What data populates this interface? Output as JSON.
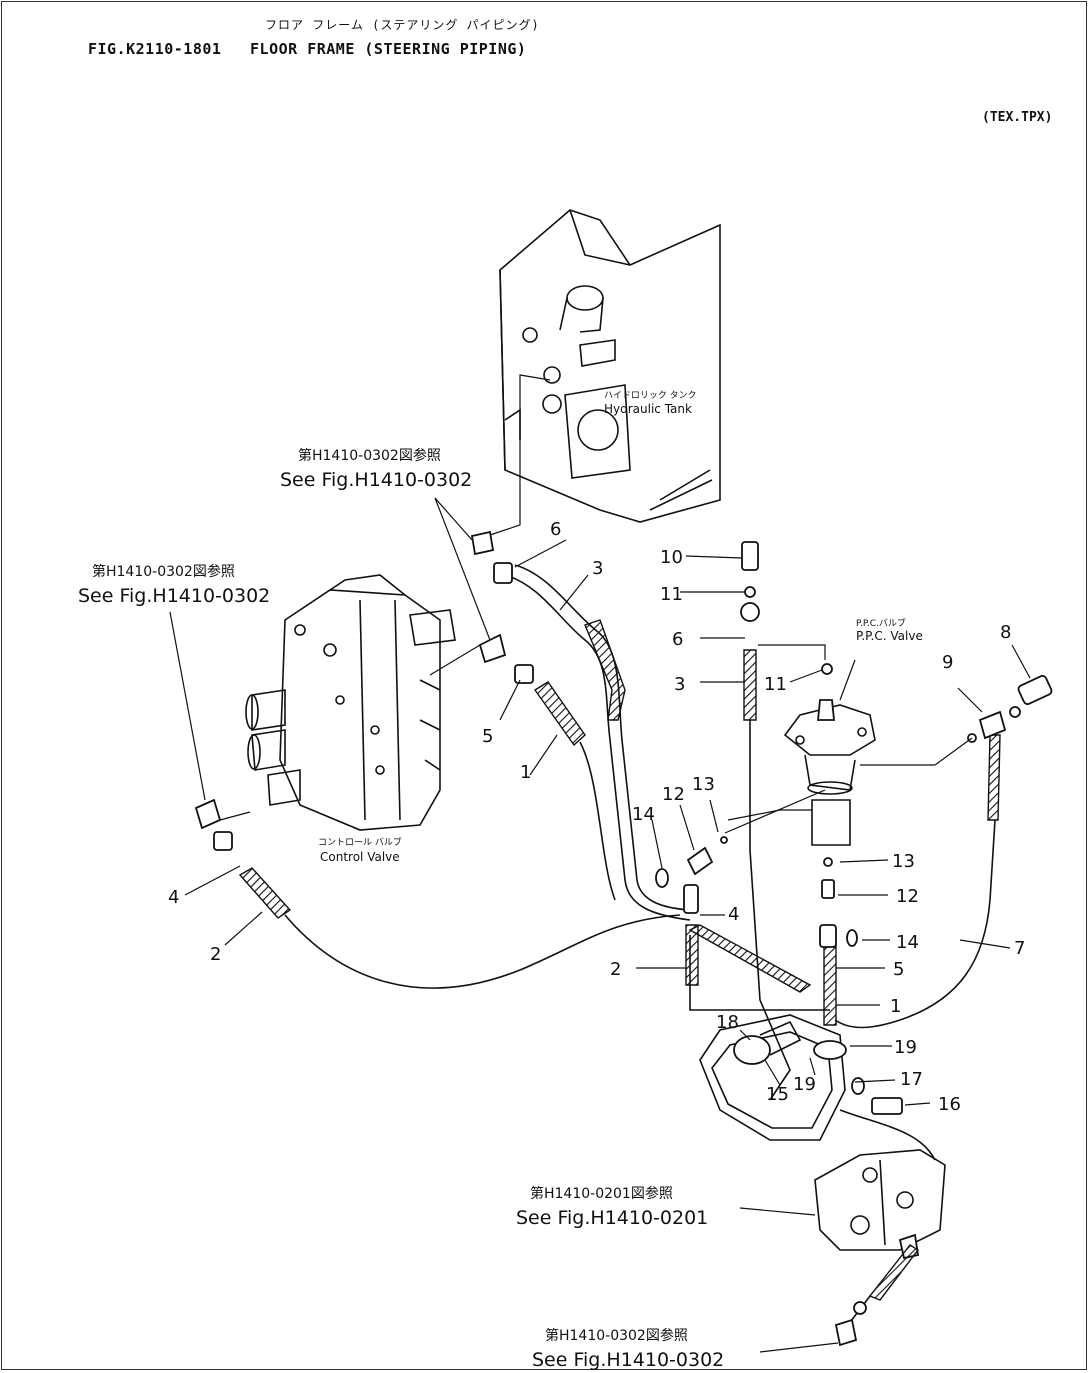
{
  "header": {
    "figure_title_jp": "フロア フレーム (ステアリング パイピング)",
    "figure_code": "FIG.K2110-1801",
    "figure_title_en": "FLOOR FRAME (STEERING PIPING)",
    "variant": "(TEX.TPX)"
  },
  "references": [
    {
      "jp": "第H1410-0302図参照",
      "en": "See Fig.H1410-0302"
    },
    {
      "jp": "第H1410-0302図参照",
      "en": "See Fig.H1410-0302"
    },
    {
      "jp": "第H1410-0201図参照",
      "en": "See Fig.H1410-0201"
    },
    {
      "jp": "第H1410-0302図参照",
      "en": "See Fig.H1410-0302"
    }
  ],
  "components": {
    "hydraulic_tank": {
      "jp": "ハイドロリック タンク",
      "en": "Hydraulic Tank"
    },
    "control_valve": {
      "jp": "コントロール バルブ",
      "en": "Control Valve"
    },
    "ppc_valve": {
      "jp": "P.P.C.バルブ",
      "en": "P.P.C. Valve"
    }
  },
  "callouts": [
    "1",
    "1",
    "2",
    "2",
    "3",
    "3",
    "4",
    "4",
    "5",
    "5",
    "6",
    "6",
    "7",
    "8",
    "9",
    "10",
    "11",
    "11",
    "12",
    "12",
    "13",
    "13",
    "14",
    "14",
    "15",
    "16",
    "17",
    "18",
    "19",
    "19"
  ]
}
